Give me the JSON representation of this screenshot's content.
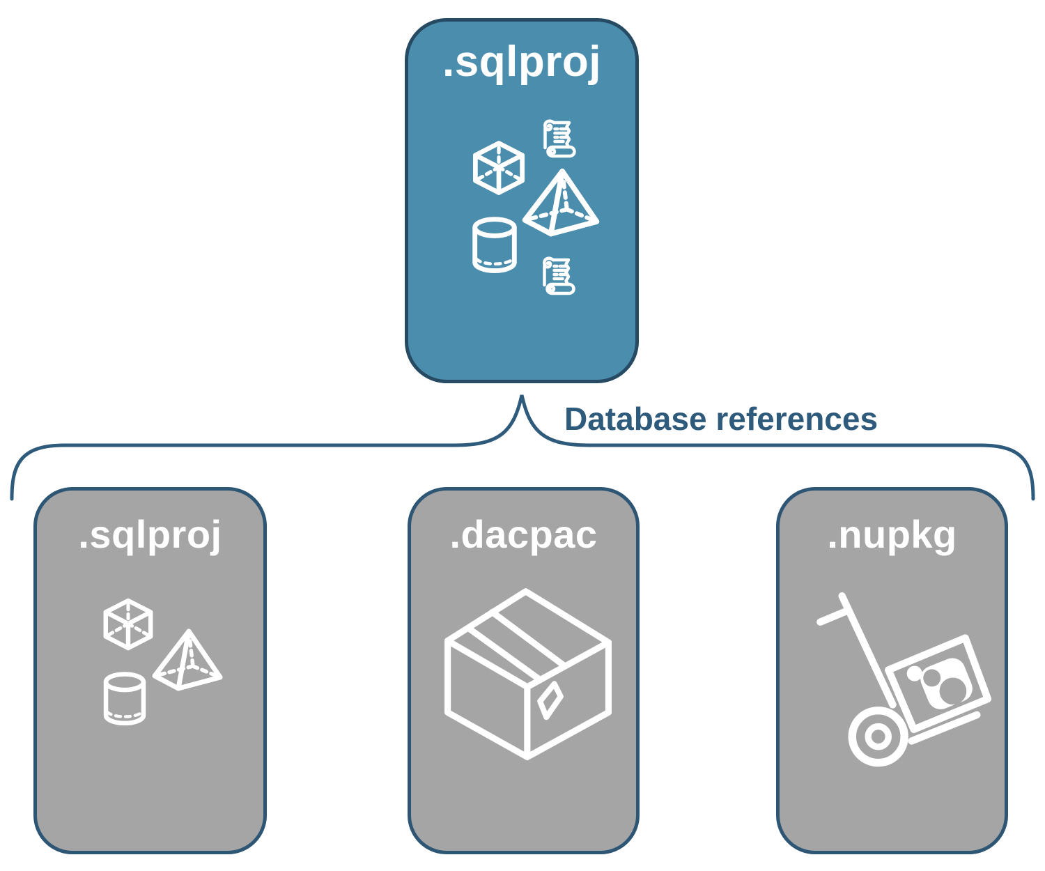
{
  "diagram": {
    "root": {
      "label": ".sqlproj",
      "icons": [
        "cube-icon",
        "script-scroll-icon",
        "pyramid-icon",
        "cylinder-icon",
        "script-scroll-icon"
      ]
    },
    "connector": {
      "label": "Database references"
    },
    "children": [
      {
        "label": ".sqlproj",
        "icons": [
          "cube-icon",
          "pyramid-icon",
          "cylinder-icon"
        ]
      },
      {
        "label": ".dacpac",
        "icons": [
          "package-box-icon"
        ]
      },
      {
        "label": ".nupkg",
        "icons": [
          "nuget-hand-truck-icon"
        ]
      }
    ]
  },
  "colors": {
    "root_fill": "#4a8dad",
    "root_border": "#254a61",
    "child_fill": "#a5a5a5",
    "child_border": "#2d5574",
    "connector": "#2e5a7c",
    "icon_stroke": "#ffffff",
    "background": "#ffffff"
  }
}
